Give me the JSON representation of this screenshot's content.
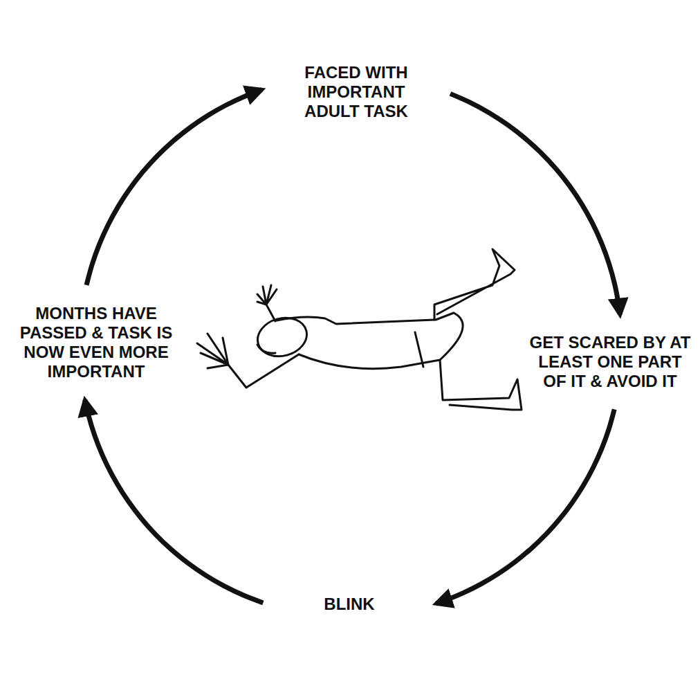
{
  "diagram": {
    "nodes": [
      {
        "text": [
          "FACED WITH IMPORTANT ADULT TASK"
        ]
      },
      {
        "text": [
          "GET SCARED BY AT LEAST ONE PART OF IT & AVOID IT"
        ]
      },
      {
        "text": [
          "BLINK"
        ]
      },
      {
        "text": [
          "MONTHS HAVE PASSED & TASK IS NOW EVEN MORE IMPORTANT"
        ]
      }
    ],
    "edges": [
      {
        "from": 0,
        "to": 1,
        "arrow": "to"
      },
      {
        "from": 1,
        "to": 2,
        "arrow": "to"
      },
      {
        "from": 2,
        "to": 3,
        "arrow": "to"
      },
      {
        "from": 3,
        "to": 0,
        "arrow": "to"
      }
    ]
  }
}
